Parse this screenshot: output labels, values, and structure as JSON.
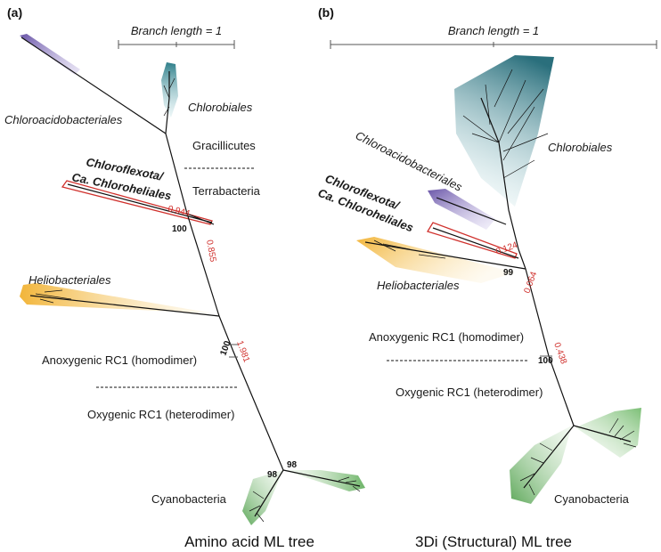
{
  "panel_a": {
    "letter": "(a)",
    "scale_label": "Branch length = 1",
    "title": "Amino acid ML tree",
    "clades": {
      "chloroacidobacteriales": "Chloroacidobacteriales",
      "chlorobiales": "Chlorobiales",
      "chloroflexota_line1": "Chloroflexota/",
      "chloroflexota_line2": "Ca. Chloroheliales",
      "heliobacteriales": "Heliobacteriales",
      "cyanobacteria": "Cyanobacteria"
    },
    "groups": {
      "gracilicutes": "Gracillicutes",
      "terrabacteria": "Terrabacteria",
      "anoxygenic": "Anoxygenic RC1 (homodimer)",
      "oxygenic": "Oxygenic RC1 (heterodimer)"
    },
    "support": {
      "red_0944": "0.944",
      "red_0855": "0.855",
      "red_1981": "1.981",
      "black_100_a": "100",
      "black_100_b": "100",
      "black_98_a": "98",
      "black_98_b": "98"
    }
  },
  "panel_b": {
    "letter": "(b)",
    "scale_label": "Branch length = 1",
    "title": "3Di (Structural) ML tree",
    "clades": {
      "chloroacidobacteriales": "Chloroacidobacteriales",
      "chlorobiales": "Chlorobiales",
      "chloroflexota_line1": "Chloroflexota/",
      "chloroflexota_line2": "Ca. Chloroheliales",
      "heliobacteriales": "Heliobacteriales",
      "cyanobacteria": "Cyanobacteria"
    },
    "groups": {
      "anoxygenic": "Anoxygenic RC1 (homodimer)",
      "oxygenic": "Oxygenic RC1 (heterodimer)"
    },
    "support": {
      "red_0124": "0.124",
      "red_0064": "0.064",
      "red_0438": "0.438",
      "black_99": "99",
      "black_100": "100"
    }
  },
  "colors": {
    "purple": "#7b68b0",
    "teal": "#2f7f8a",
    "yellow": "#f2b53a",
    "green": "#5ea85a",
    "red": "#d0312d"
  }
}
